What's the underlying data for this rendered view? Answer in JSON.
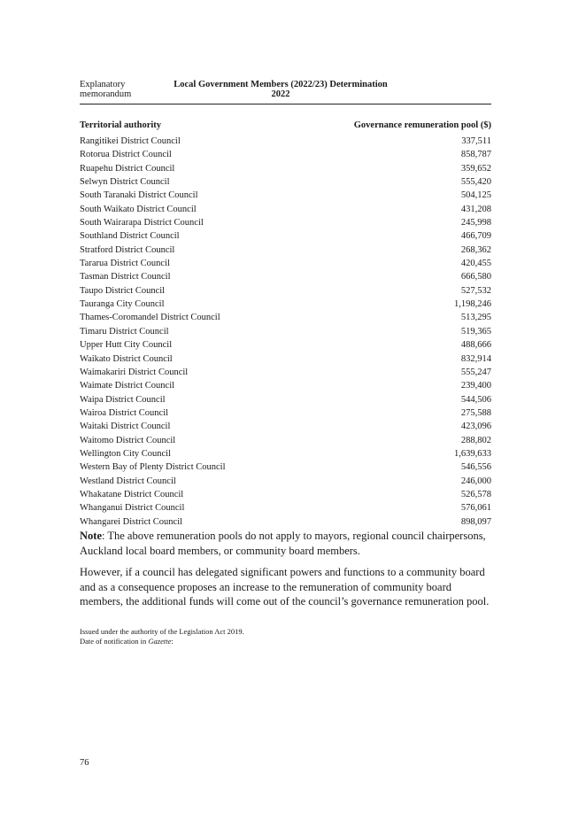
{
  "header": {
    "left_line1": "Explanatory",
    "left_line2": "memorandum",
    "title_line1": "Local Government Members (2022/23) Determination",
    "title_line2": "2022"
  },
  "table": {
    "col1_header": "Territorial authority",
    "col2_header": "Governance remuneration pool ($)",
    "rows": [
      {
        "name": "Rangitikei District Council",
        "value": "337,511"
      },
      {
        "name": "Rotorua District Council",
        "value": "858,787"
      },
      {
        "name": "Ruapehu District Council",
        "value": "359,652"
      },
      {
        "name": "Selwyn District Council",
        "value": "555,420"
      },
      {
        "name": "South Taranaki District Council",
        "value": "504,125"
      },
      {
        "name": "South Waikato District Council",
        "value": "431,208"
      },
      {
        "name": "South Wairarapa District Council",
        "value": "245,998"
      },
      {
        "name": "Southland District Council",
        "value": "466,709"
      },
      {
        "name": "Stratford District Council",
        "value": "268,362"
      },
      {
        "name": "Tararua District Council",
        "value": "420,455"
      },
      {
        "name": "Tasman District Council",
        "value": "666,580"
      },
      {
        "name": "Taupo District Council",
        "value": "527,532"
      },
      {
        "name": "Tauranga City Council",
        "value": "1,198,246"
      },
      {
        "name": "Thames-Coromandel District Council",
        "value": "513,295"
      },
      {
        "name": "Timaru District Council",
        "value": "519,365"
      },
      {
        "name": "Upper Hutt City Council",
        "value": "488,666"
      },
      {
        "name": "Waikato District Council",
        "value": "832,914"
      },
      {
        "name": "Waimakariri District Council",
        "value": "555,247"
      },
      {
        "name": "Waimate District Council",
        "value": "239,400"
      },
      {
        "name": "Waipa District Council",
        "value": "544,506"
      },
      {
        "name": "Wairoa District Council",
        "value": "275,588"
      },
      {
        "name": "Waitaki District Council",
        "value": "423,096"
      },
      {
        "name": "Waitomo District Council",
        "value": "288,802"
      },
      {
        "name": "Wellington City Council",
        "value": "1,639,633"
      },
      {
        "name": "Western Bay of Plenty District Council",
        "value": "546,556"
      },
      {
        "name": "Westland District Council",
        "value": "246,000"
      },
      {
        "name": "Whakatane District Council",
        "value": "526,578"
      },
      {
        "name": "Whanganui District Council",
        "value": "576,061"
      },
      {
        "name": "Whangarei District Council",
        "value": "898,097"
      }
    ]
  },
  "note": {
    "label": "Note",
    "text1": ": The above remuneration pools do not apply to mayors, regional council chair­persons, Auckland local board members, or community board members.",
    "text2": "However, if a council has delegated significant powers and functions to a community board and as a consequence proposes an increase to the remuneration of community board members, the additional funds will come out of the council’s governance remu­neration pool."
  },
  "footer": {
    "issued": "Issued under the authority of the Legislation Act 2019.",
    "date_prefix": "Date of notification in ",
    "gazette": "Gazette",
    "date_suffix": ":"
  },
  "page_number": "76"
}
